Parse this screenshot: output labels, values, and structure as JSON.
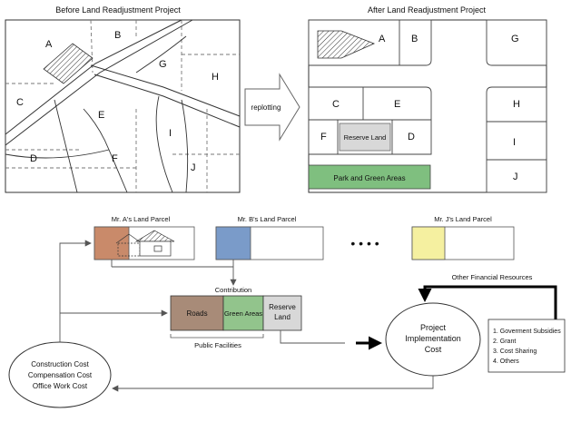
{
  "before": {
    "title": "Before Land Readjustment Project",
    "parcels": [
      "A",
      "B",
      "G",
      "H",
      "C",
      "E",
      "I",
      "D",
      "F",
      "J"
    ]
  },
  "after": {
    "title": "After Land Readjustment Project",
    "parcels": [
      "A",
      "B",
      "G",
      "C",
      "E",
      "H",
      "F",
      "D",
      "I",
      "J"
    ],
    "reserve_land": "Reserve Land",
    "park": "Park and Green Areas"
  },
  "replotting": "replotting",
  "owners": {
    "a_label": "Mr. A's Land Parcel",
    "b_label": "Mr. B's Land Parcel",
    "j_label": "Mr. J's Land Parcel",
    "ellipsis": "•   •   •   •"
  },
  "contribution": "Contribution",
  "allocation": {
    "roads": "Roads",
    "green": "Green Areas",
    "reserve": "Reserve\nLand",
    "public_facilities": "Public Facilities"
  },
  "project": {
    "text": "Project\nImplementation\nCost"
  },
  "other_financial": "Other Financial Resources",
  "resources": {
    "items": [
      "1. Goverment Subsidies",
      "2. Grant",
      "3. Cost Sharing",
      "4. Others"
    ]
  },
  "costs": {
    "lines": [
      "Construction Cost",
      "Compensation Cost",
      "Office Work Cost"
    ]
  },
  "colors": {
    "a_parcel": "#c98a6a",
    "b_parcel": "#7a9bc9",
    "j_parcel": "#f5f0a0",
    "roads": "#a88b78",
    "green": "#92c48c",
    "reserve": "#d8d8d8",
    "park": "#7fbf7f"
  }
}
